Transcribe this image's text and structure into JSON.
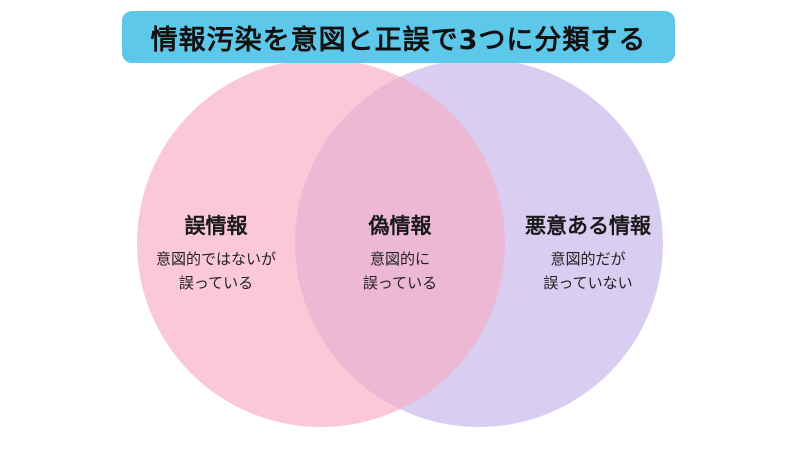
{
  "title": "情報汚染を意図と正誤で3つに分類する",
  "colors": {
    "title_background": "#5ec8ea",
    "circle_left": "#fac8d6",
    "circle_right": "#d9cdf1",
    "overlap": "#edb8d4"
  },
  "regions": {
    "left": {
      "heading": "誤情報",
      "line1": "意図的ではないが",
      "line2": "誤っている"
    },
    "middle": {
      "heading": "偽情報",
      "line1": "意図的に",
      "line2": "誤っている"
    },
    "right": {
      "heading": "悪意ある情報",
      "line1": "意図的だが",
      "line2": "誤っていない"
    }
  }
}
